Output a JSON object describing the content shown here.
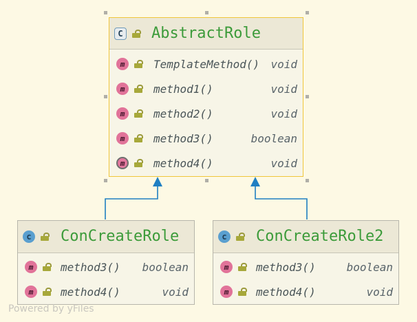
{
  "diagram": {
    "classes": [
      {
        "id": "abstract-role",
        "name": "AbstractRole",
        "kind": "abstract",
        "badge": "C",
        "methods": [
          {
            "name": "TemplateMethod()",
            "type": "void",
            "badge": "m",
            "abstract": false
          },
          {
            "name": "method1()",
            "type": "void",
            "badge": "m",
            "abstract": false
          },
          {
            "name": "method2()",
            "type": "void",
            "badge": "m",
            "abstract": false
          },
          {
            "name": "method3()",
            "type": "boolean",
            "badge": "m",
            "abstract": false
          },
          {
            "name": "method4()",
            "type": "void",
            "badge": "m",
            "abstract": true
          }
        ]
      },
      {
        "id": "concreate-role",
        "name": "ConCreateRole",
        "kind": "class",
        "badge": "c",
        "methods": [
          {
            "name": "method3()",
            "type": "boolean",
            "badge": "m",
            "abstract": false
          },
          {
            "name": "method4()",
            "type": "void",
            "badge": "m",
            "abstract": false
          }
        ]
      },
      {
        "id": "concreate-role2",
        "name": "ConCreateRole2",
        "kind": "class",
        "badge": "c",
        "methods": [
          {
            "name": "method3()",
            "type": "boolean",
            "badge": "m",
            "abstract": false
          },
          {
            "name": "method4()",
            "type": "void",
            "badge": "m",
            "abstract": false
          }
        ]
      }
    ],
    "edges": [
      {
        "from": "concreate-role",
        "to": "abstract-role",
        "type": "inheritance"
      },
      {
        "from": "concreate-role2",
        "to": "abstract-role",
        "type": "inheritance"
      }
    ]
  },
  "footer": {
    "text": "Powered by yFiles"
  },
  "colors": {
    "main_border": "#f0c63a",
    "sub_border": "#b7b6ab",
    "class_name": "#3c9b3a",
    "edge": "#1f7fc2",
    "background": "#fdf9e4"
  },
  "icons": {
    "class": "class-icon",
    "abstract_class": "abstract-class-icon",
    "method": "method-icon",
    "abstract_method": "abstract-method-icon",
    "visibility": "unlock-icon"
  }
}
